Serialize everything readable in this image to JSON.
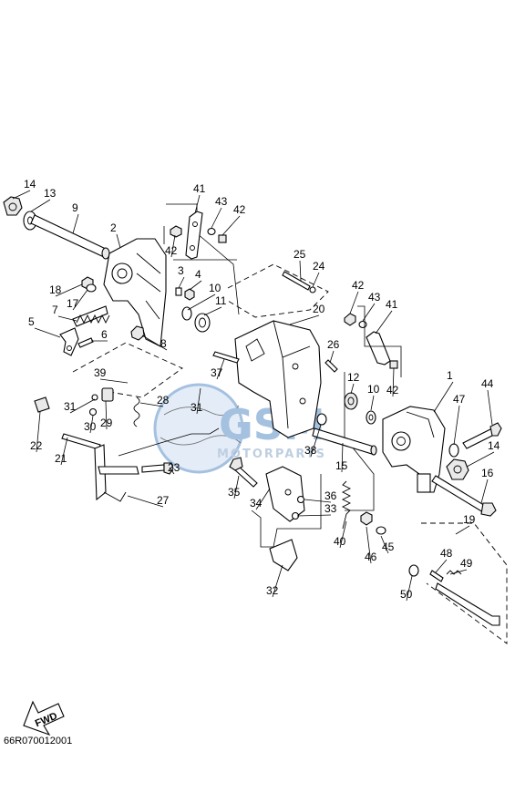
{
  "diagram_code": "66R070012001",
  "fwd_label": "FWD",
  "watermark": {
    "logo": "GSM",
    "tagline": "MOTORPARTS",
    "color": "#5b8fc7"
  },
  "callouts": [
    "1",
    "2",
    "3",
    "4",
    "5",
    "6",
    "7",
    "8",
    "9",
    "10",
    "10",
    "11",
    "12",
    "13",
    "14",
    "14",
    "15",
    "16",
    "17",
    "18",
    "19",
    "20",
    "21",
    "22",
    "23",
    "24",
    "25",
    "26",
    "27",
    "28",
    "29",
    "30",
    "31",
    "31",
    "32",
    "33",
    "34",
    "35",
    "36",
    "37",
    "38",
    "39",
    "40",
    "41",
    "41",
    "42",
    "42",
    "42",
    "42",
    "43",
    "43",
    "44",
    "45",
    "46",
    "47",
    "48",
    "49",
    "50"
  ]
}
